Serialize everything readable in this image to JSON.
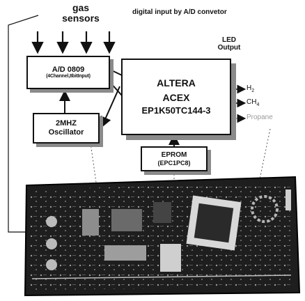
{
  "diagram": {
    "gas_sensors_label": [
      "gas",
      "sensors"
    ],
    "digital_input_label": "digital input by A/D convetor",
    "led_output_label": [
      "LED",
      "Output"
    ],
    "adc": {
      "title": "A/D 0809",
      "subtitle": "(4Channel,8bitInput)"
    },
    "oscillator": {
      "line1": "2MHZ",
      "line2": "Oscillator"
    },
    "altera": {
      "line1": "ALTERA",
      "line2": "ACEX",
      "line3": "EP1K50TC144-3"
    },
    "eprom": {
      "line1": "EPROM",
      "line2": "(EPC1PC8)"
    },
    "outputs": [
      "H",
      "CH",
      "Propane"
    ],
    "output_subscripts": [
      "2",
      "4",
      ""
    ],
    "colors": {
      "line": "#111111",
      "shadow": "#8a8a8a",
      "board": "#1e1e1e"
    }
  }
}
